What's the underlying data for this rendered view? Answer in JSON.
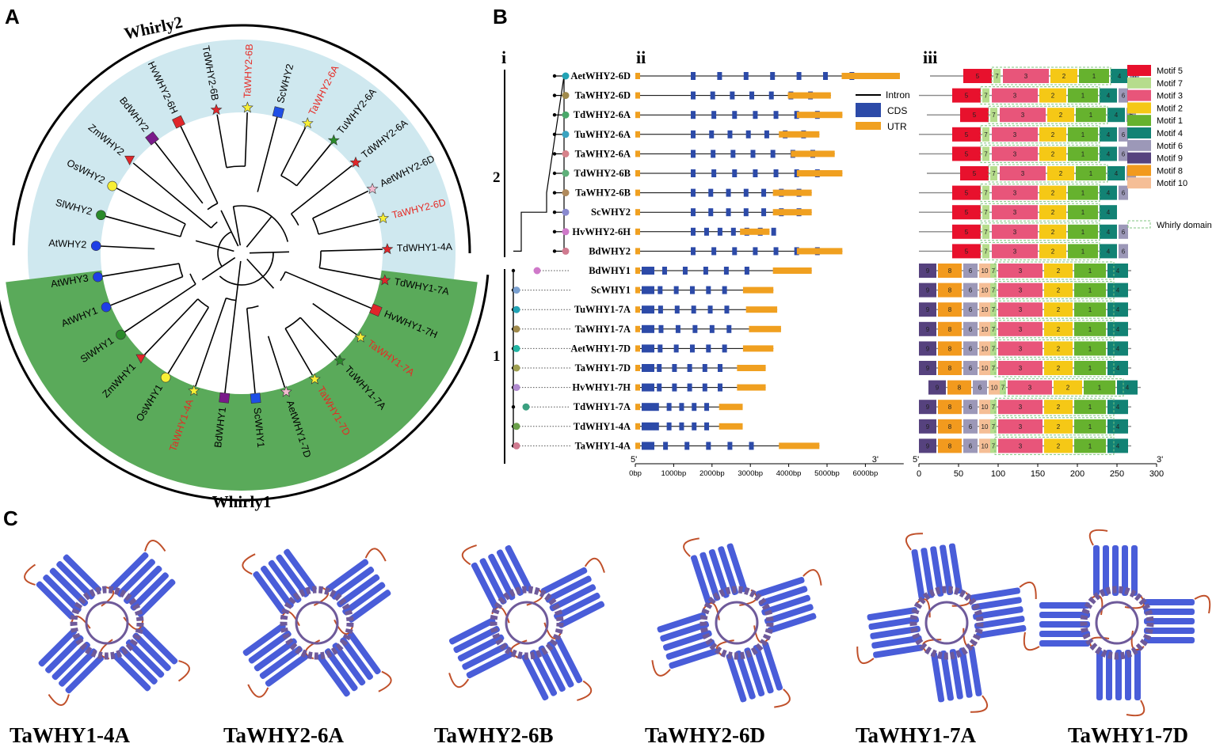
{
  "panels": {
    "a": "A",
    "b": "B",
    "c": "C"
  },
  "panel_a": {
    "group_whirly2": "Whirly2",
    "group_whirly1": "Whirly1",
    "colors": {
      "bg_whirly2": "#cfe8ef",
      "bg_whirly1": "#5aaa5a",
      "label_ta": "#e62a24",
      "label_other": "#000000"
    },
    "leaves": [
      {
        "name": "TdWHY2-6B",
        "marker": "star",
        "color": "#e0262a",
        "red": false
      },
      {
        "name": "TaWHY2-6B",
        "marker": "star",
        "color": "#f7ef35",
        "red": true
      },
      {
        "name": "ScWHY2",
        "marker": "square",
        "color": "#1f4fe6",
        "red": false
      },
      {
        "name": "TaWHY2-6A",
        "marker": "star",
        "color": "#f7ef35",
        "red": true
      },
      {
        "name": "TuWHY2-6A",
        "marker": "star",
        "color": "#2a8a2a",
        "red": false
      },
      {
        "name": "TdWHY2-6A",
        "marker": "star",
        "color": "#e0262a",
        "red": false
      },
      {
        "name": "AetWHY2-6D",
        "marker": "star",
        "color": "#f2bcd0",
        "red": false
      },
      {
        "name": "TaWHY2-6D",
        "marker": "star",
        "color": "#f7ef35",
        "red": true
      },
      {
        "name": "TdWHY1-4A",
        "marker": "star",
        "color": "#e0262a",
        "red": false
      },
      {
        "name": "TdWHY1-7A",
        "marker": "star",
        "color": "#e0262a",
        "red": false
      },
      {
        "name": "HvWHY1-7H",
        "marker": "square",
        "color": "#e0262a",
        "red": false
      },
      {
        "name": "TaWHY1-7A",
        "marker": "star",
        "color": "#f7ef35",
        "red": true
      },
      {
        "name": "TuWHY1-7A",
        "marker": "star",
        "color": "#2a8a2a",
        "red": false
      },
      {
        "name": "TaWHY1-7D",
        "marker": "star",
        "color": "#f7ef35",
        "red": true
      },
      {
        "name": "AetWHY1-7D",
        "marker": "star",
        "color": "#f2bcd0",
        "red": false
      },
      {
        "name": "ScWHY1",
        "marker": "square",
        "color": "#1f4fe6",
        "red": false
      },
      {
        "name": "BdWHY1",
        "marker": "square",
        "color": "#7a1a8a",
        "red": false
      },
      {
        "name": "TaWHY1-4A",
        "marker": "star",
        "color": "#f7ef35",
        "red": true
      },
      {
        "name": "OsWHY1",
        "marker": "circle",
        "color": "#f7ef35",
        "red": false
      },
      {
        "name": "ZmWHY1",
        "marker": "triangle",
        "color": "#e0262a",
        "red": false
      },
      {
        "name": "SlWHY1",
        "marker": "circle",
        "color": "#2a8a2a",
        "red": false
      },
      {
        "name": "AtWHY1",
        "marker": "circle",
        "color": "#1f3fe6",
        "red": false
      },
      {
        "name": "AtWHY3",
        "marker": "circle",
        "color": "#1f3fe6",
        "red": false
      },
      {
        "name": "AtWHY2",
        "marker": "circle",
        "color": "#1f3fe6",
        "red": false
      },
      {
        "name": "SlWHY2",
        "marker": "circle",
        "color": "#2a8a2a",
        "red": false
      },
      {
        "name": "OsWHY2",
        "marker": "circle",
        "color": "#f7ef35",
        "red": false
      },
      {
        "name": "ZmWHY2",
        "marker": "triangle",
        "color": "#e0262a",
        "red": false
      },
      {
        "name": "BdWHY2",
        "marker": "square",
        "color": "#7a1a8a",
        "red": false
      },
      {
        "name": "HvWHY2-6H",
        "marker": "square",
        "color": "#e0262a",
        "red": false
      }
    ]
  },
  "panel_b": {
    "section_i": "i",
    "section_ii": "ii",
    "section_iii": "iii",
    "clade_2": "2",
    "clade_1": "1",
    "gene_legend": [
      "Intron",
      "CDS",
      "UTR"
    ],
    "gene_colors": {
      "cds": "#2c4aa8",
      "utr": "#f0a020",
      "intron": "#000000"
    },
    "gene_axis": {
      "ticks": [
        "0bp",
        "1000bp",
        "2000bp",
        "3000bp",
        "4000bp",
        "5000bp",
        "6000bp"
      ],
      "left": "5'",
      "right": "3'"
    },
    "motif_axis": {
      "ticks": [
        "0",
        "50",
        "100",
        "150",
        "200",
        "250",
        "300"
      ],
      "left": "5'",
      "right": "3'"
    },
    "motif_legend": [
      {
        "label": "Motif 5",
        "color": "#e8112d"
      },
      {
        "label": "Motif 7",
        "color": "#b6dc8c"
      },
      {
        "label": "Motif 3",
        "color": "#e8557a"
      },
      {
        "label": "Motif 2",
        "color": "#f5c816"
      },
      {
        "label": "Motif 1",
        "color": "#66b22e"
      },
      {
        "label": "Motif 4",
        "color": "#128274"
      },
      {
        "label": "Motif 6",
        "color": "#9c98b8"
      },
      {
        "label": "Motif 9",
        "color": "#56427e"
      },
      {
        "label": "Motif 8",
        "color": "#f29a1e"
      },
      {
        "label": "Motif 10",
        "color": "#f5be96"
      }
    ],
    "whirly_domain_label": "Whirly domain",
    "rows": [
      {
        "name": "AetWHY2-6D",
        "dot": "#22a3b5",
        "group": 2
      },
      {
        "name": "TaWHY2-6D",
        "dot": "#a08a4c",
        "group": 2
      },
      {
        "name": "TdWHY2-6A",
        "dot": "#4aa86a",
        "group": 2
      },
      {
        "name": "TuWHY2-6A",
        "dot": "#3aa3c0",
        "group": 2
      },
      {
        "name": "TaWHY2-6A",
        "dot": "#d7828a",
        "group": 2
      },
      {
        "name": "TdWHY2-6B",
        "dot": "#5fb07a",
        "group": 2
      },
      {
        "name": "TaWHY2-6B",
        "dot": "#b08a5c",
        "group": 2
      },
      {
        "name": "ScWHY2",
        "dot": "#8a8ad0",
        "group": 2
      },
      {
        "name": "HvWHY2-6H",
        "dot": "#cf79c9",
        "group": 2
      },
      {
        "name": "BdWHY2",
        "dot": "#d07a90",
        "group": 2
      },
      {
        "name": "BdWHY1",
        "dot": "#cf79c9",
        "group": 1
      },
      {
        "name": "ScWHY1",
        "dot": "#7aa0d0",
        "group": 1
      },
      {
        "name": "TuWHY1-7A",
        "dot": "#22a3b5",
        "group": 1
      },
      {
        "name": "TaWHY1-7A",
        "dot": "#a08a4c",
        "group": 1
      },
      {
        "name": "AetWHY1-7D",
        "dot": "#22b5a3",
        "group": 1
      },
      {
        "name": "TaWHY1-7D",
        "dot": "#a0a050",
        "group": 1
      },
      {
        "name": "HvWHY1-7H",
        "dot": "#b08ad0",
        "group": 1
      },
      {
        "name": "TdWHY1-7A",
        "dot": "#3aa080",
        "group": 1
      },
      {
        "name": "TdWHY1-4A",
        "dot": "#6aa04a",
        "group": 1
      },
      {
        "name": "TaWHY1-4A",
        "dot": "#d07a90",
        "group": 1
      }
    ]
  },
  "panel_c": {
    "colors": {
      "strand": "#3a4fd6",
      "coil": "#6e5a9a",
      "loop": "#c0502a"
    },
    "structures": [
      "TaWHY1-4A",
      "TaWHY2-6A",
      "TaWHY2-6B",
      "TaWHY2-6D",
      "TaWHY1-7A",
      "TaWHY1-7D"
    ]
  }
}
